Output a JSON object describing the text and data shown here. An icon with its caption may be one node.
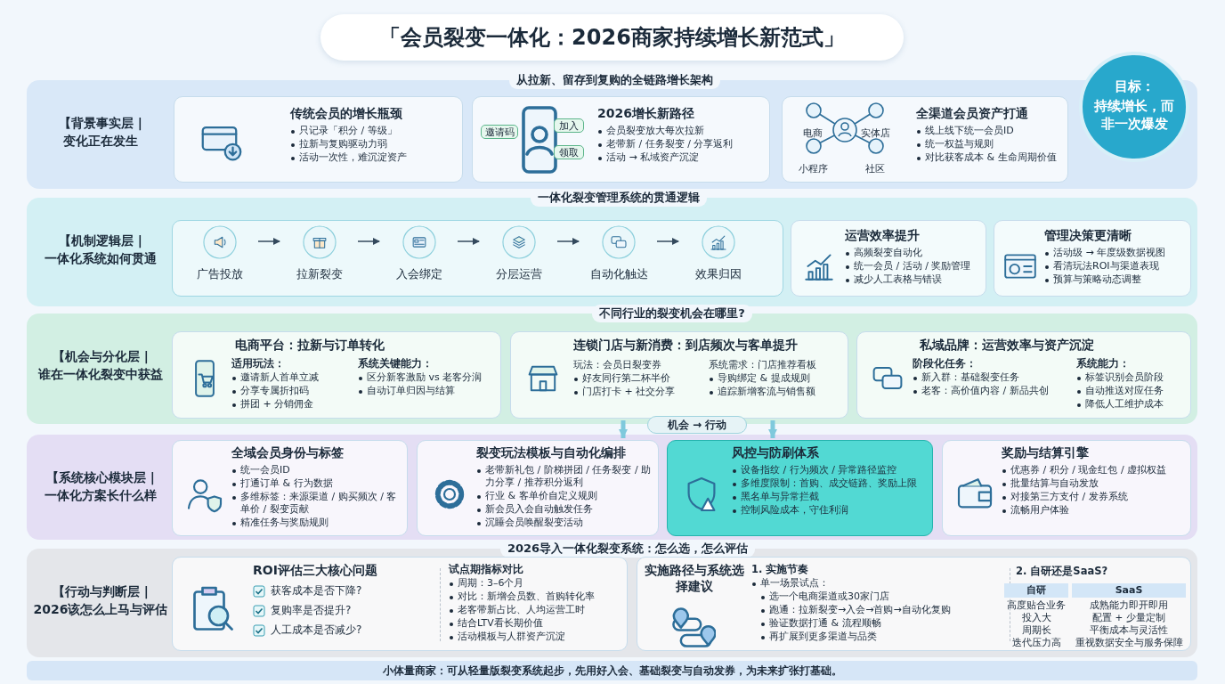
{
  "diagram": {
    "title": "「会员裂变一体化：2026商家持续增长新范式」",
    "caption": "小体量商家：可从轻量版裂变系统起步，先用好入会、基础裂变与自动发券，为未来扩张打基础。",
    "nodes": [
      {
        "text": [
          "从拉新、留存到复购的全链路增长架构",
          "【背景事实层 | 变化正在发生"
        ]
      },
      {
        "text": [
          "传统会员的增长瓶颈",
          "只记录「积分 / 等级」",
          "拉新与复购驱动力弱",
          "活动一次性，难沉淀资产"
        ],
        "in": 0
      },
      {
        "text": [
          "2026增长新路径",
          "会员裂变放大每次拉新",
          "老带新 / 任务裂变 / 分享返利",
          "活动 → 私域资产沉淀"
        ],
        "in": 0
      },
      {
        "text": [
          "全渠道会员资产打通",
          "线上线下统一会员ID",
          "统一权益与规则",
          "对比获客成本 & 生命周期价值"
        ],
        "in": 0
      },
      {
        "text": [
          "目标：",
          "持续增长，而非一次爆发"
        ]
      },
      {
        "text": [
          "一体化裂变管理系统的贯通逻辑",
          "【机制逻辑层 | 一体化系统如何贯通"
        ]
      },
      {
        "text": [],
        "shape": "box",
        "in": 5
      },
      {
        "text": [
          "广告投放"
        ],
        "in": 6
      },
      {
        "text": [
          "拉新裂变"
        ],
        "in": 6
      },
      {
        "text": [
          "入会绑定"
        ],
        "in": 6
      },
      {
        "text": [
          "分层运营"
        ],
        "in": 6
      },
      {
        "text": [
          "自动化触达"
        ],
        "in": 6
      },
      {
        "text": [
          "效果归因"
        ],
        "in": 6
      },
      {
        "text": [
          "运营效率提升",
          "高频裂变自动化",
          "统一会员 / 活动 / 奖励管理",
          "减少人工表格与错误"
        ],
        "in": 5
      },
      {
        "text": [
          "管理决策更清晰",
          "活动级 → 年度级数据视图",
          "看清玩法ROI与渠道表现",
          "预算与策略动态调整"
        ],
        "in": 5
      },
      {
        "text": [
          "不同行业的裂变机会在哪里?",
          "【机会与分化层 | 谁在一体化裂变中获益"
        ]
      },
      {
        "text": [
          "电商平台：拉新与订单转化",
          "适用玩法：",
          "邀请新人首单立减",
          "分享专属折扣码",
          "拼团 + 分销佣金",
          "系统关键能力：",
          "区分新客激励 vs 老客分润",
          "自动订单归因与结算"
        ],
        "in": 15
      },
      {
        "text": [
          "连锁门店与新消费：到店频次与客单提升",
          "玩法：会员日裂变券",
          "好友同行第二杯半价",
          "门店打卡 + 社交分享",
          "系统需求：门店推荐看板",
          "导购绑定 & 提成规则",
          "追踪新增客流与销售额"
        ],
        "in": 15
      },
      {
        "text": [
          "私域品牌：运营效率与资产沉淀",
          "阶段化任务：",
          "新入群：基础裂变任务",
          "老客：高价值内容 / 新品共创",
          "系统能力：",
          "标签识别会员阶段",
          "自动推送对应任务",
          "降低人工维护成本"
        ],
        "in": 15
      },
      {
        "text": [
          "【系统核心模块层 | 一体化方案长什么样"
        ]
      },
      {
        "text": [
          "全域会员身份与标签",
          "统一会员ID",
          "打通订单 & 行为数据",
          "多维标签：来源渠道 / 购买频次 / 客单价 / 裂变贡献",
          "精准任务与奖励规则"
        ],
        "in": 19
      },
      {
        "text": [
          "裂变玩法模板与自动化编排",
          "老带新礼包 / 阶梯拼团 / 任务裂变 / 助力分享 / 推荐积分返利",
          "行业 & 客单价自定义规则",
          "新会员入会自动触发任务",
          "沉睡会员唤醒裂变活动"
        ],
        "in": 19
      },
      {
        "text": [
          "风控与防刷体系",
          "设备指纹 / 行为频次 / 异常路径监控",
          "多维度限制：首购、成交链路、奖励上限",
          "黑名单与异常拦截",
          "控制风险成本，守住利润"
        ],
        "in": 19
      },
      {
        "text": [
          "奖励与结算引擎",
          "优惠券 / 积分 / 现金红包 / 虚拟权益",
          "批量结算与自动发放",
          "对接第三方支付 / 发券系统",
          "流畅用户体验"
        ],
        "in": 19
      },
      {
        "text": [
          "2026导入一体化裂变系统：怎么选，怎么评估",
          "【行动与判断层 | 2026该怎么上马与评估"
        ]
      },
      {
        "text": [
          "ROI评估三大核心问题",
          "获客成本是否下降?",
          "复购率是否提升?",
          "人工成本是否减少?",
          "试点期指标对比",
          "周期：3–6个月",
          "对比：新增会员数、首购转化率",
          "老客带新占比、人均运营工时",
          "结合LTV看长期价值",
          "活动模板与人群资产沉淀"
        ],
        "in": 24
      },
      {
        "text": [
          "实施路径与系统选择建议",
          "1. 实施节奏",
          "单一场景试点：",
          "选一个电商渠道或30家门店",
          "跑通：拉新裂变→入会→首购→自动化复购",
          "验证数据打通 & 流程顺畅",
          "再扩展到更多渠道与品类",
          "2. 自研还是SaaS?"
        ],
        "in": 24
      }
    ],
    "edges": [
      {
        "from": 7,
        "to": 8,
        "arrow": "to"
      },
      {
        "from": 8,
        "to": 9,
        "arrow": "to"
      },
      {
        "from": 9,
        "to": 10,
        "arrow": "to"
      },
      {
        "from": 10,
        "to": 11,
        "arrow": "to"
      },
      {
        "from": 11,
        "to": 12,
        "arrow": "to"
      },
      {
        "from": 15,
        "to": 19,
        "arrow": "to",
        "style": "thick",
        "color": "#7fc9dc"
      },
      {
        "from": 15,
        "to": 19,
        "arrow": "to",
        "style": "thick",
        "color": "#7fc9dc"
      }
    ],
    "labels": [
      "邀请码",
      "加入",
      "领取",
      "电商",
      "实体店",
      "小程序",
      "社区",
      "机会 → 行动",
      "自研",
      "SaaS",
      "高度贴合业务",
      "成熟能力即开即用",
      "投入大",
      "配置 + 少量定制",
      "周期长",
      "平衡成本与灵活性",
      "迭代压力高",
      "重视数据安全与服务保障"
    ]
  }
}
